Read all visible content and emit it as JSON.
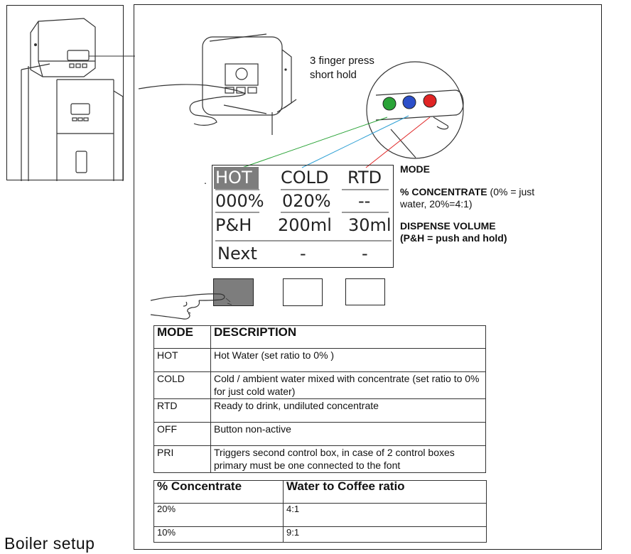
{
  "instruction": {
    "line1": "3 finger press",
    "line2": "short hold"
  },
  "display": {
    "row1": [
      "HOT",
      "COLD",
      "RTD"
    ],
    "row2": [
      "000%",
      "020%",
      "--"
    ],
    "row3": [
      "P&H",
      "200ml",
      "30ml"
    ],
    "row4": [
      "Next",
      "-",
      "-"
    ],
    "dot": "."
  },
  "legend": {
    "mode": "MODE",
    "concentrate_label": "% CONCENTRATE",
    "concentrate_note1": " (0% = just",
    "concentrate_note2": "water,  20%=4:1)",
    "volume_label": "DISPENSE VOLUME",
    "volume_note": "(P&H = push and hold)"
  },
  "mode_table": {
    "headers": [
      "MODE",
      "DESCRIPTION"
    ],
    "rows": [
      {
        "mode": "HOT",
        "desc": "Hot Water (set ratio to 0% )"
      },
      {
        "mode": "COLD",
        "desc": "Cold / ambient water mixed with concentrate (set ratio to 0% for just cold water)"
      },
      {
        "mode": "RTD",
        "desc": "Ready to drink, undiluted concentrate"
      },
      {
        "mode": "OFF",
        "desc": "Button non-active"
      },
      {
        "mode": "PRI",
        "desc": "Triggers second control box, in case of 2 control boxes primary must be one connected to the font"
      }
    ]
  },
  "ratio_table": {
    "headers": [
      "% Concentrate",
      "Water to Coffee ratio"
    ],
    "rows": [
      {
        "pct": "20%",
        "ratio": "4:1"
      },
      {
        "pct": "10%",
        "ratio": "9:1"
      }
    ]
  },
  "section_heading": "Boiler setup",
  "colors": {
    "green": "#2aa337",
    "blue": "#2c4fc9",
    "red": "#e02424",
    "selected": "#7d7d7d"
  },
  "icons": [
    "machine-illustration",
    "hand-press-illustration",
    "faucet-illustration",
    "finger-pointer-icon"
  ]
}
